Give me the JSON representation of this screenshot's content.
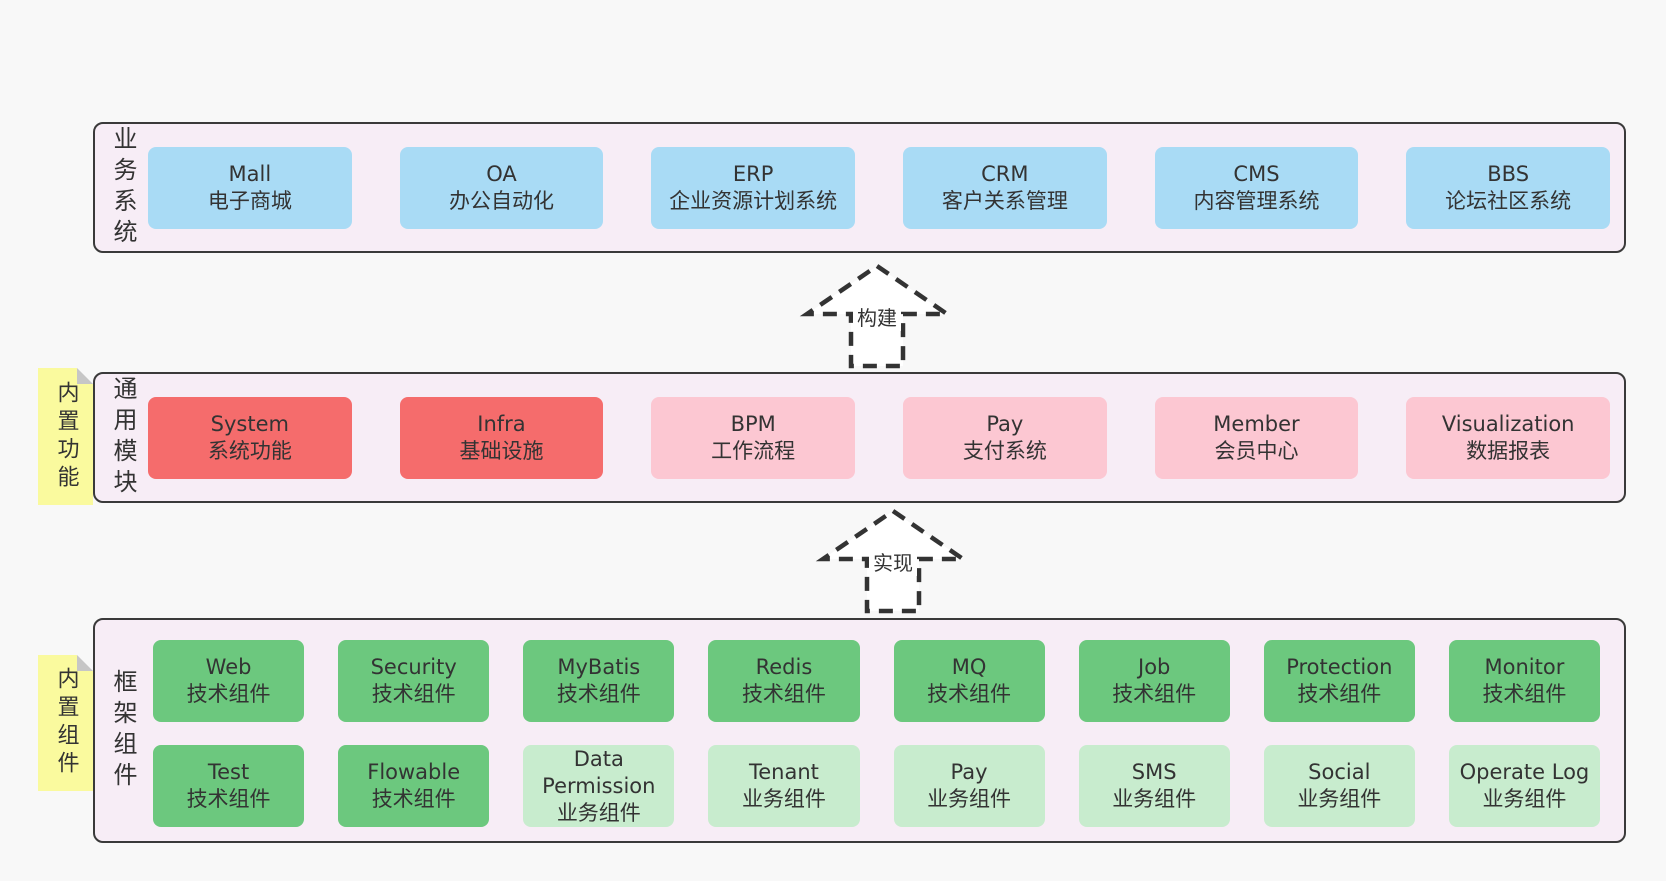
{
  "colors": {
    "page_bg": "#f8f8f8",
    "band_bg": "#f7edf6",
    "band_border": "#3a3a3a",
    "blue": "#a9dbf5",
    "red": "#f56c6c",
    "pink": "#fcc7d2",
    "green": "#6cc87e",
    "lightgreen": "#c8ecce",
    "yellow": "#fafa9e",
    "fold": "#c6c6c6",
    "text": "#333333",
    "arrow": "#333333"
  },
  "arrows": [
    {
      "label": "构建"
    },
    {
      "label": "实现"
    }
  ],
  "bands": [
    {
      "label": "业务系统",
      "boxes": [
        {
          "title": "Mall",
          "subtitle": "电子商城"
        },
        {
          "title": "OA",
          "subtitle": "办公自动化"
        },
        {
          "title": "ERP",
          "subtitle": "企业资源计划系统"
        },
        {
          "title": "CRM",
          "subtitle": "客户关系管理"
        },
        {
          "title": "CMS",
          "subtitle": "内容管理系统"
        },
        {
          "title": "BBS",
          "subtitle": "论坛社区系统"
        }
      ]
    },
    {
      "label": "通用模块",
      "note": "内置功能",
      "boxes": [
        {
          "title": "System",
          "subtitle": "系统功能"
        },
        {
          "title": "Infra",
          "subtitle": "基础设施"
        },
        {
          "title": "BPM",
          "subtitle": "工作流程"
        },
        {
          "title": "Pay",
          "subtitle": "支付系统"
        },
        {
          "title": "Member",
          "subtitle": "会员中心"
        },
        {
          "title": "Visualization",
          "subtitle": "数据报表"
        }
      ]
    },
    {
      "label": "框架组件",
      "note": "内置组件",
      "boxes": [
        {
          "title": "Web",
          "subtitle": "技术组件"
        },
        {
          "title": "Security",
          "subtitle": "技术组件"
        },
        {
          "title": "MyBatis",
          "subtitle": "技术组件"
        },
        {
          "title": "Redis",
          "subtitle": "技术组件"
        },
        {
          "title": "MQ",
          "subtitle": "技术组件"
        },
        {
          "title": "Job",
          "subtitle": "技术组件"
        },
        {
          "title": "Protection",
          "subtitle": "技术组件"
        },
        {
          "title": "Monitor",
          "subtitle": "技术组件"
        },
        {
          "title": "Test",
          "subtitle": "技术组件"
        },
        {
          "title": "Flowable",
          "subtitle": "技术组件"
        },
        {
          "title": "Data Permission",
          "subtitle": "业务组件"
        },
        {
          "title": "Tenant",
          "subtitle": "业务组件"
        },
        {
          "title": "Pay",
          "subtitle": "业务组件"
        },
        {
          "title": "SMS",
          "subtitle": "业务组件"
        },
        {
          "title": "Social",
          "subtitle": "业务组件"
        },
        {
          "title": "Operate Log",
          "subtitle": "业务组件"
        }
      ]
    }
  ]
}
